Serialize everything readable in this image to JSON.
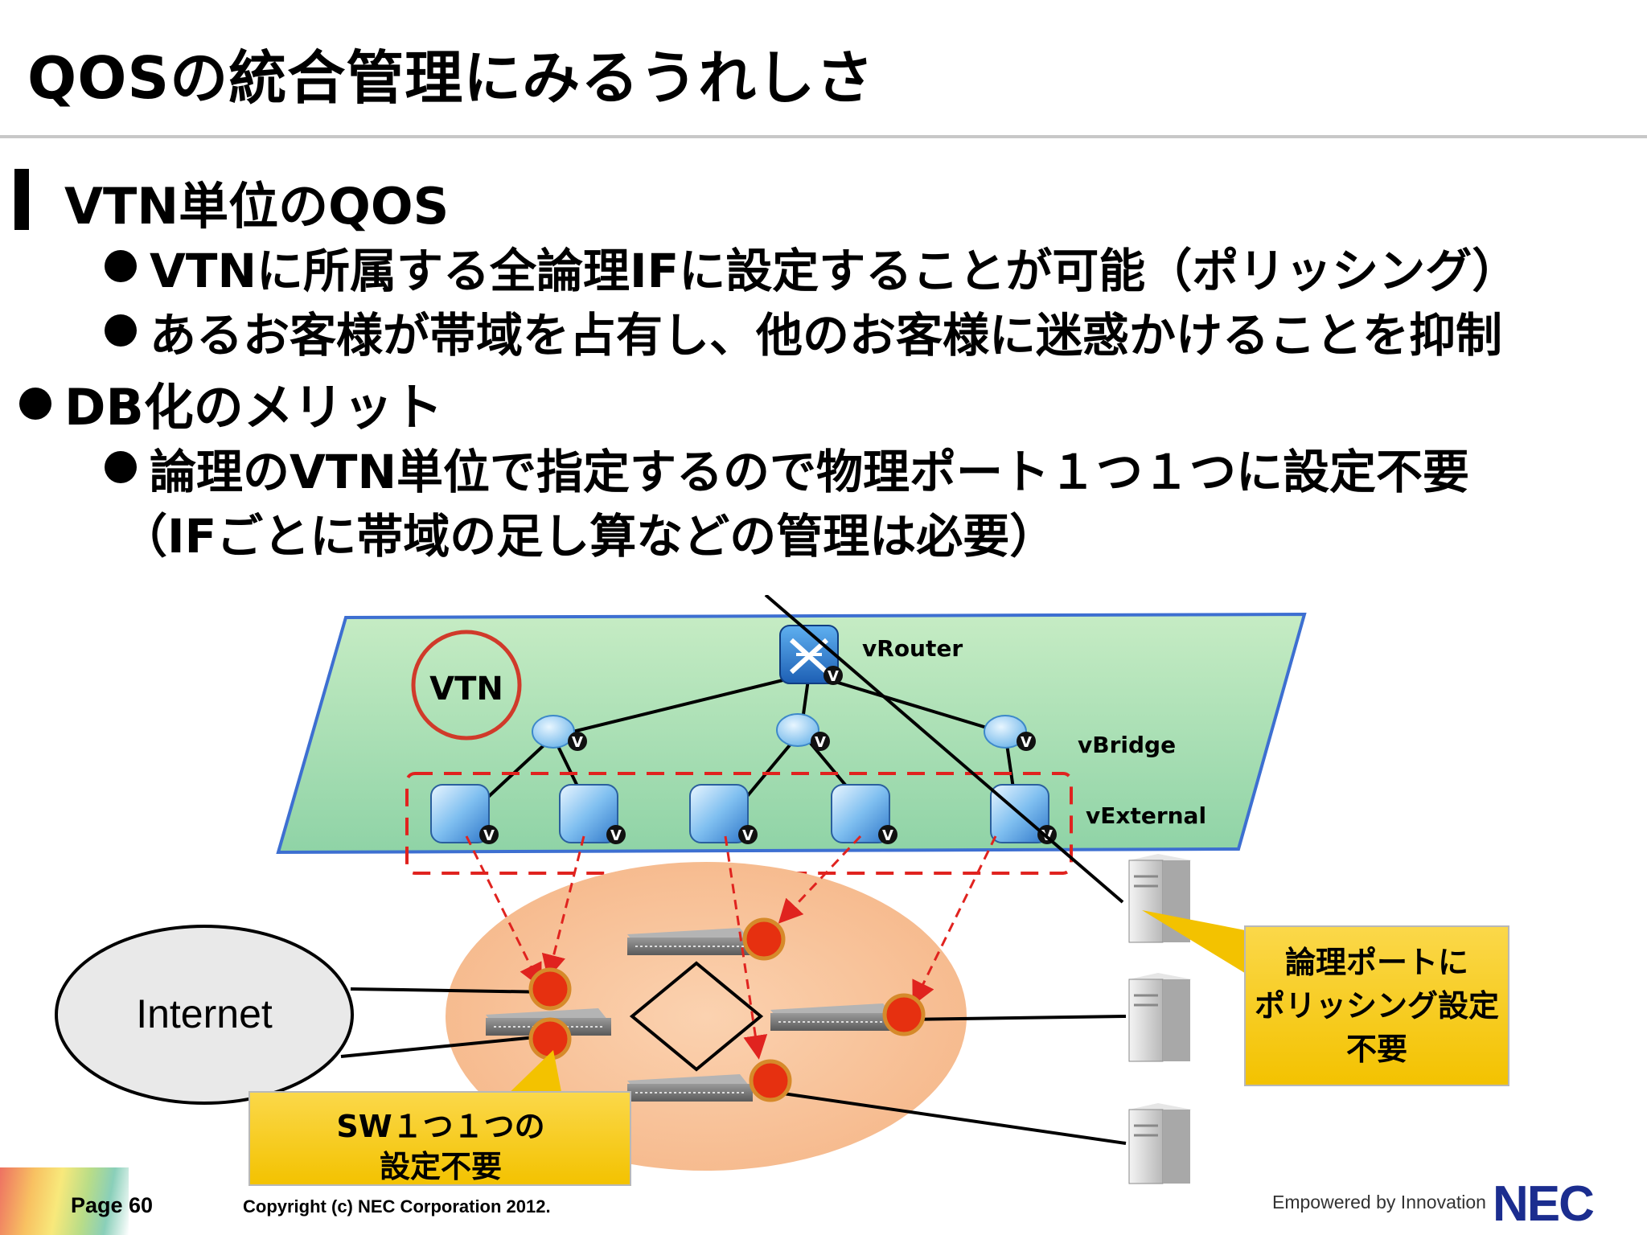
{
  "title": "QOSの統合管理にみるうれしさ",
  "content": {
    "h1": "VTN単位のQOS",
    "b1": "VTNに所属する全論理IFに設定することが可能（ポリッシング）",
    "b2": "あるお客様が帯域を占有し、他のお客様に迷惑かけることを抑制",
    "h2": "DB化のメリット",
    "b3": "論理のVTN単位で指定するので物理ポート１つ１つに設定不要",
    "b4": "（IFごとに帯域の足し算などの管理は必要）"
  },
  "diagram": {
    "vtn_label": "VTN",
    "vrouter_label": "vRouter",
    "vbridge_label": "vBridge",
    "vexternal_label": "vExternal",
    "badge_letter": "V",
    "internet_label": "Internet",
    "callout_right": [
      "論理ポートに",
      "ポリッシング設定",
      "不要"
    ],
    "callout_left": [
      "SW１つ１つの",
      "設定不要"
    ],
    "colors": {
      "plane_fill": "#aee0b6",
      "plane_border": "#3d6fd1",
      "vtn_circle": "#d03a2a",
      "dashed_red": "#e0231f",
      "port_red": "#e63010",
      "port_ring": "#d68a2a",
      "cloud_fill": "#f9c7a0",
      "callout_fill": "#f8cc0c"
    }
  },
  "footer": {
    "page": "Page 60",
    "copyright": "Copyright (c) NEC Corporation 2012.",
    "tagline": "Empowered by Innovation",
    "logo": "NEC"
  }
}
